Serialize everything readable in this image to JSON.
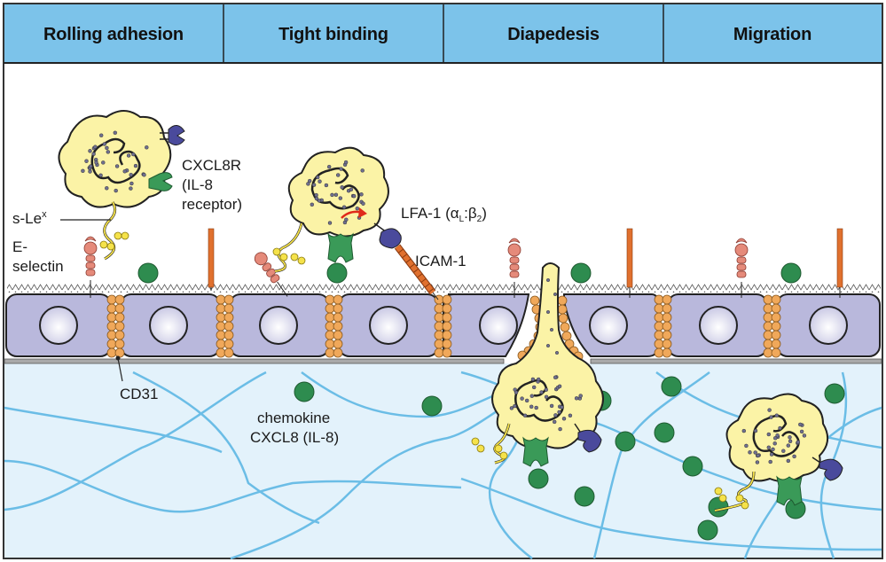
{
  "header": {
    "stages": [
      {
        "label": "Rolling adhesion"
      },
      {
        "label": "Tight binding"
      },
      {
        "label": "Diapedesis"
      },
      {
        "label": "Migration"
      }
    ]
  },
  "labels": {
    "cxcl8r_line1": "CXCL8R",
    "cxcl8r_line2": "(IL-8",
    "cxcl8r_line3": "receptor)",
    "slex_base": "s-Le",
    "slex_sup": "x",
    "eselectin_line1": "E-",
    "eselectin_line2": "selectin",
    "lfa1_prefix": "LFA-1 (",
    "lfa1_alpha": "α",
    "lfa1_alpha_sub": "L",
    "lfa1_colon": ":",
    "lfa1_beta": "β",
    "lfa1_beta_sub": "2",
    "lfa1_suffix": ")",
    "icam1": "ICAM-1",
    "cd31": "CD31",
    "chemokine_line1": "chemokine",
    "chemokine_line2": "CXCL8 (IL-8)"
  },
  "colors": {
    "header_fill": "#7cc3ea",
    "border": "#222222",
    "endothelium": "#b9b8dc",
    "nucleus": "#eeeef8",
    "tissue": "#e3f2fb",
    "fiber": "#6bbde6",
    "leukocyte": "#fbf3a6",
    "granule": "#6f6f8f",
    "chemokine": "#2e8c4f",
    "receptor_green": "#3a9a58",
    "lfa1": "#4a4a9c",
    "icam1": "#e0702e",
    "selectin": "#e58a7a",
    "junction": "#f0a85a",
    "sugar": "#f5e24a",
    "arrow": "#e02a1a"
  }
}
